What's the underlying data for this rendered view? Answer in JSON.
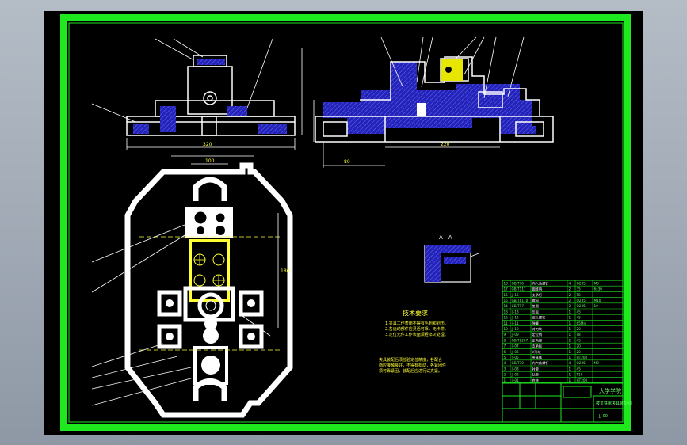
{
  "colors": {
    "frame": "#1ee81e",
    "line": "#ffffff",
    "hatch": "#3a3ad8",
    "note": "#ffff33",
    "table_border": "#1ee81e",
    "table_text": "#66ff66"
  },
  "view_labels": {
    "section_detail": "A—A"
  },
  "technical_requirements": {
    "title": "技术要求",
    "lines": [
      "1.夹具工作表面不得有毛刺和划伤。",
      "2.各运动部件应灵活可靠，无卡滞。",
      "3.定位元件工作表面须经淬火处理。"
    ],
    "note_lines": [
      "夹具装配后须检验定位精度，各配合",
      "面应接触良好，不得有松动，各紧固件",
      "须可靠紧固，装配后应进行试夹紧。"
    ]
  },
  "title_block": {
    "school": "大学学院",
    "drawing_name": "拨叉铣床夹具装配图",
    "drawing_no": "JJ-00"
  },
  "dimensions": {
    "front_width": "320",
    "side_width": "220",
    "side_height": "80",
    "top_width": "100",
    "plan_height": "180"
  },
  "bom": [
    {
      "no": "18",
      "code": "GB/T70",
      "name": "内六角螺钉",
      "qty": "4",
      "mat": "Q235",
      "note": "M6"
    },
    {
      "no": "17",
      "code": "GB/T117",
      "name": "圆锥销",
      "qty": "2",
      "mat": "35",
      "note": "6x30"
    },
    {
      "no": "16",
      "code": "JJ-16",
      "name": "支承钉",
      "qty": "2",
      "mat": "T8",
      "note": ""
    },
    {
      "no": "15",
      "code": "GB/T6170",
      "name": "螺母",
      "qty": "2",
      "mat": "Q235",
      "note": "M10"
    },
    {
      "no": "14",
      "code": "GB/T97",
      "name": "垫圈",
      "qty": "2",
      "mat": "Q235",
      "note": "10"
    },
    {
      "no": "13",
      "code": "JJ-13",
      "name": "压板",
      "qty": "1",
      "mat": "45",
      "note": ""
    },
    {
      "no": "12",
      "code": "JJ-12",
      "name": "双头螺柱",
      "qty": "1",
      "mat": "45",
      "note": ""
    },
    {
      "no": "11",
      "code": "JJ-11",
      "name": "弹簧",
      "qty": "1",
      "mat": "65Mn",
      "note": ""
    },
    {
      "no": "10",
      "code": "JJ-10",
      "name": "对刀块",
      "qty": "1",
      "mat": "20",
      "note": ""
    },
    {
      "no": "9",
      "code": "JJ-09",
      "name": "定位销",
      "qty": "1",
      "mat": "T8",
      "note": ""
    },
    {
      "no": "8",
      "code": "GB/T2207",
      "name": "定向键",
      "qty": "2",
      "mat": "45",
      "note": ""
    },
    {
      "no": "7",
      "code": "JJ-07",
      "name": "支承板",
      "qty": "1",
      "mat": "20",
      "note": ""
    },
    {
      "no": "6",
      "code": "JJ-06",
      "name": "V形块",
      "qty": "1",
      "mat": "20",
      "note": ""
    },
    {
      "no": "5",
      "code": "JJ-05",
      "name": "夹具体",
      "qty": "1",
      "mat": "HT200",
      "note": ""
    },
    {
      "no": "4",
      "code": "GB/T70",
      "name": "内六角螺钉",
      "qty": "4",
      "mat": "Q235",
      "note": "M8"
    },
    {
      "no": "3",
      "code": "JJ-03",
      "name": "衬套",
      "qty": "1",
      "mat": "45",
      "note": ""
    },
    {
      "no": "2",
      "code": "JJ-02",
      "name": "钻套",
      "qty": "1",
      "mat": "T10",
      "note": ""
    },
    {
      "no": "1",
      "code": "JJ-01",
      "name": "底座",
      "qty": "1",
      "mat": "HT200",
      "note": ""
    }
  ]
}
